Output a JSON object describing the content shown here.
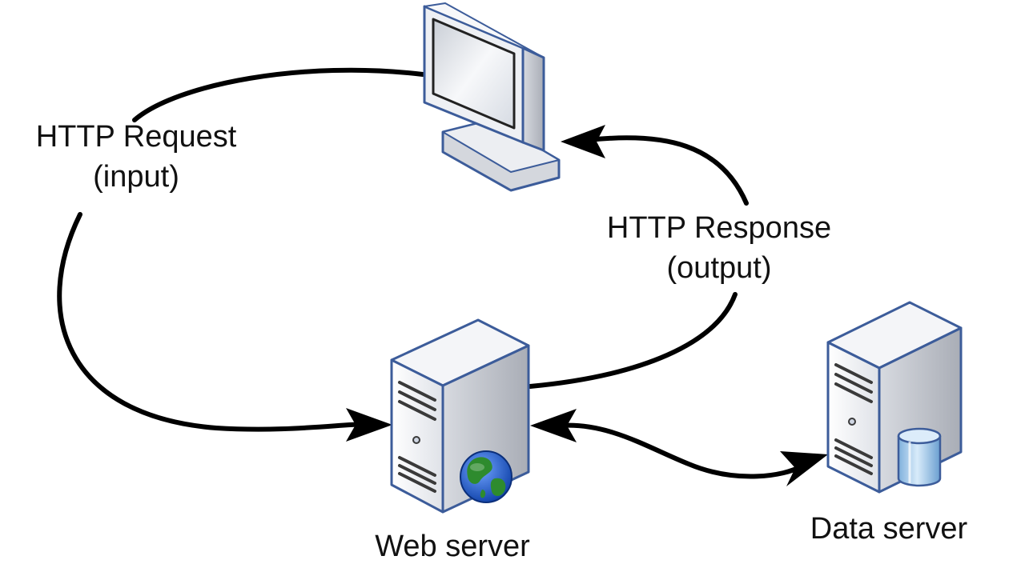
{
  "labels": {
    "request": {
      "line1": "HTTP Request",
      "line2": "(input)"
    },
    "response": {
      "line1": "HTTP Response",
      "line2": "(output)"
    },
    "web_server": "Web server",
    "data_server": "Data server"
  },
  "icons": {
    "client": "monitor-icon",
    "web_server": "server-tower-icon",
    "web_server_badge": "globe-icon",
    "data_server": "server-tower-icon",
    "data_server_badge": "database-icon"
  },
  "colors": {
    "connector": "#000000",
    "outline": "#3c5c9a",
    "case_face": "#f2f3f6",
    "case_side": "#c9ccd3",
    "screen": "#e8ecf2",
    "globe_ocean": "#1f58c8",
    "globe_land": "#2e8b2e",
    "db_body": "#9ec3e6"
  }
}
